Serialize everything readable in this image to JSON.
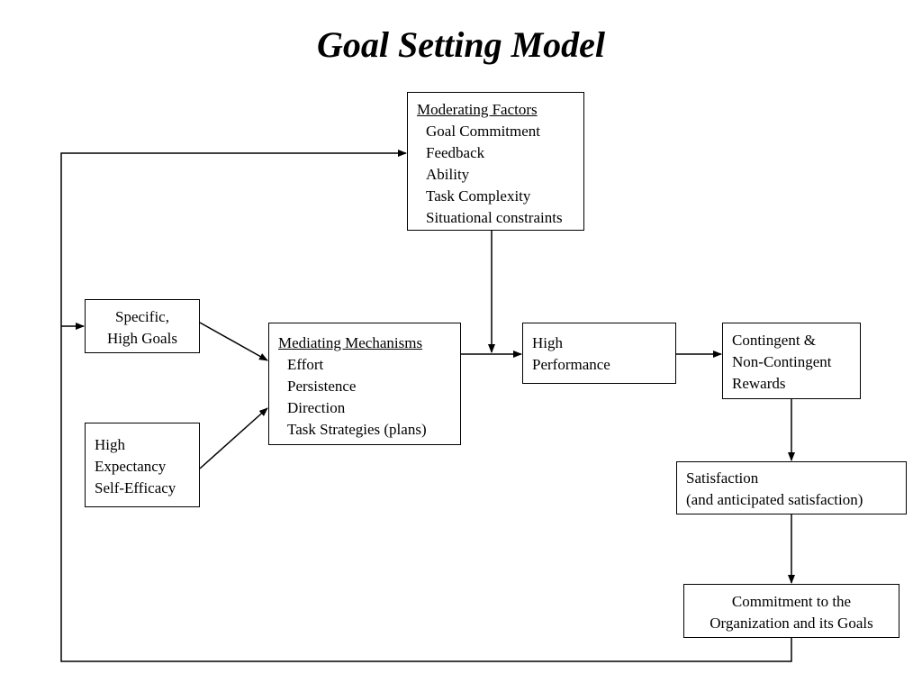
{
  "title": "Goal Setting Model",
  "moderating_factors": {
    "header": "Moderating Factors",
    "items": [
      "Goal Commitment",
      "Feedback",
      "Ability",
      "Task Complexity",
      "Situational constraints"
    ]
  },
  "specific_goals": {
    "lines": [
      "Specific,",
      "High Goals"
    ]
  },
  "expectancy": {
    "lines": [
      "High",
      "Expectancy",
      "Self-Efficacy"
    ]
  },
  "mediating_mechanisms": {
    "header": "Mediating Mechanisms",
    "items": [
      "Effort",
      "Persistence",
      "Direction",
      "Task Strategies (plans)"
    ]
  },
  "performance": {
    "lines": [
      "High",
      "Performance"
    ]
  },
  "rewards": {
    "lines": [
      "Contingent &",
      "Non-Contingent",
      "Rewards"
    ]
  },
  "satisfaction": {
    "lines": [
      "Satisfaction",
      "(and anticipated satisfaction)"
    ]
  },
  "commitment": {
    "lines": [
      "Commitment to the",
      "Organization and its Goals"
    ]
  }
}
